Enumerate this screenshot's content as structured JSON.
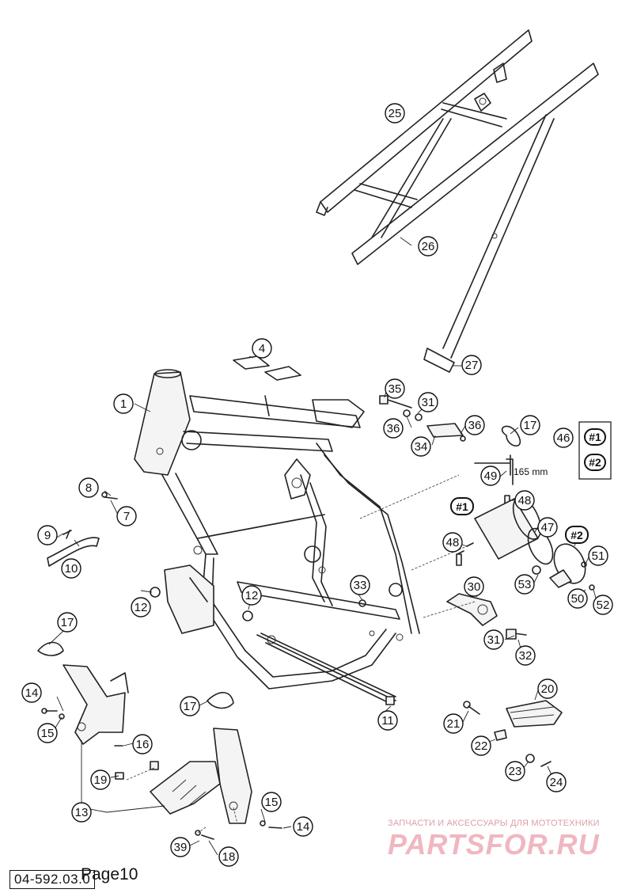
{
  "diagram": {
    "callouts": [
      "1",
      "4",
      "7",
      "8",
      "9",
      "10",
      "11",
      "12",
      "12",
      "13",
      "14",
      "14",
      "15",
      "15",
      "16",
      "17",
      "17",
      "17",
      "18",
      "19",
      "20",
      "21",
      "22",
      "23",
      "24",
      "25",
      "26",
      "27",
      "30",
      "31",
      "31",
      "32",
      "33",
      "34",
      "35",
      "36",
      "36",
      "39",
      "46",
      "47",
      "48",
      "48",
      "49",
      "50",
      "51",
      "52",
      "53"
    ],
    "variant_labels": [
      "#1",
      "#2",
      "#1",
      "#2"
    ],
    "dimension_label": "165 mm"
  },
  "footer": {
    "code": "04-592.03.0",
    "page": "Page10"
  },
  "watermark": {
    "tagline": "ЗАПЧАСТИ И АКСЕССУАРЫ ДЛЯ МОТОТЕХНИКИ",
    "brand": "PARTSFOR.RU"
  }
}
